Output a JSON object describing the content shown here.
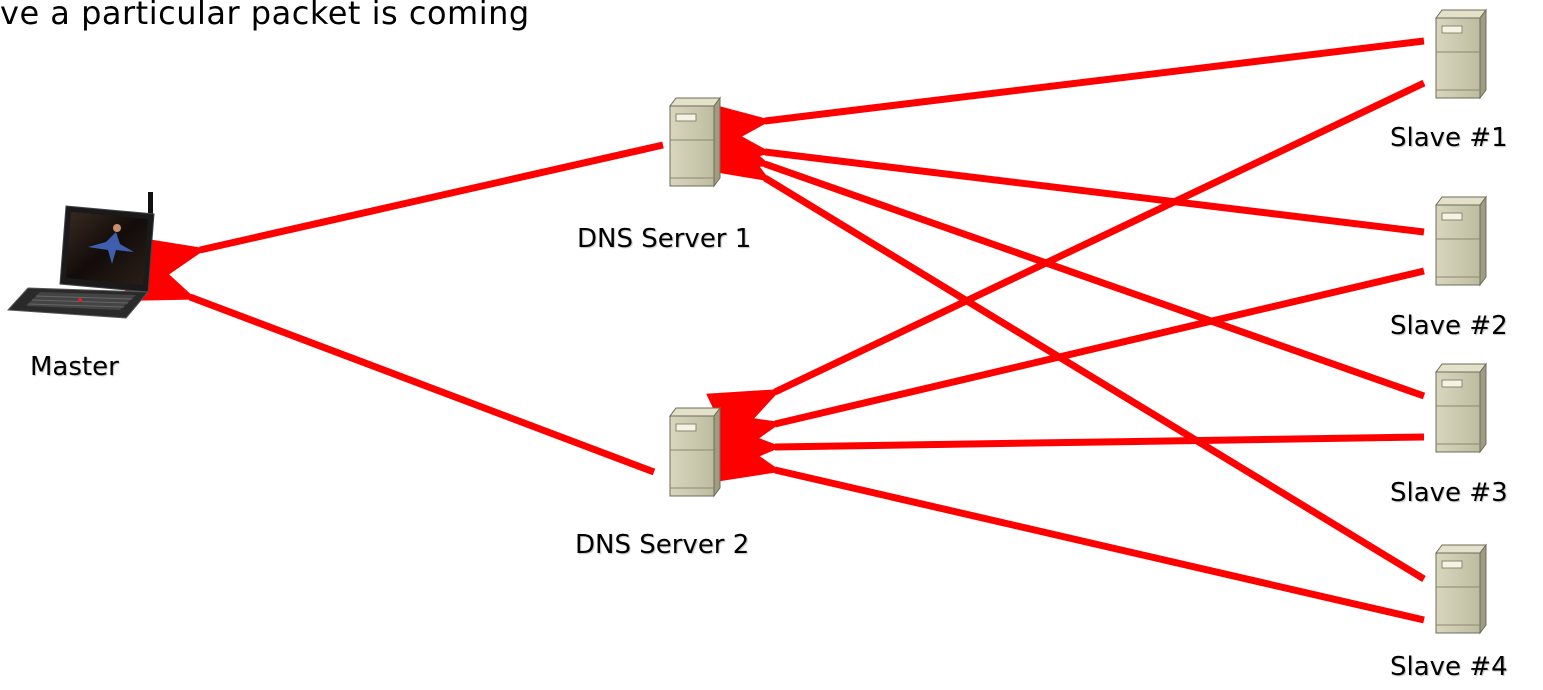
{
  "caption": "ve a particular packet is coming",
  "labels": {
    "master": "Master",
    "dns1": "DNS Server 1",
    "dns2": "DNS Server 2",
    "slave1": "Slave #1",
    "slave2": "Slave #2",
    "slave3": "Slave #3",
    "slave4": "Slave #4"
  },
  "icons": {
    "master": "laptop-icon",
    "servers": "server-tower-icon"
  },
  "colors": {
    "arrow": "#ff0000",
    "server_body": "#c9c7aa",
    "server_side": "#9f9c82",
    "text": "#000000"
  },
  "links": [
    {
      "from": "DNS Server 1",
      "to": "Master"
    },
    {
      "from": "DNS Server 2",
      "to": "Master"
    },
    {
      "from": "Slave #1",
      "to": "DNS Server 1"
    },
    {
      "from": "Slave #1",
      "to": "DNS Server 2"
    },
    {
      "from": "Slave #2",
      "to": "DNS Server 1"
    },
    {
      "from": "Slave #2",
      "to": "DNS Server 2"
    },
    {
      "from": "Slave #3",
      "to": "DNS Server 1"
    },
    {
      "from": "Slave #3",
      "to": "DNS Server 2"
    },
    {
      "from": "Slave #4",
      "to": "DNS Server 1"
    },
    {
      "from": "Slave #4",
      "to": "DNS Server 2"
    }
  ]
}
